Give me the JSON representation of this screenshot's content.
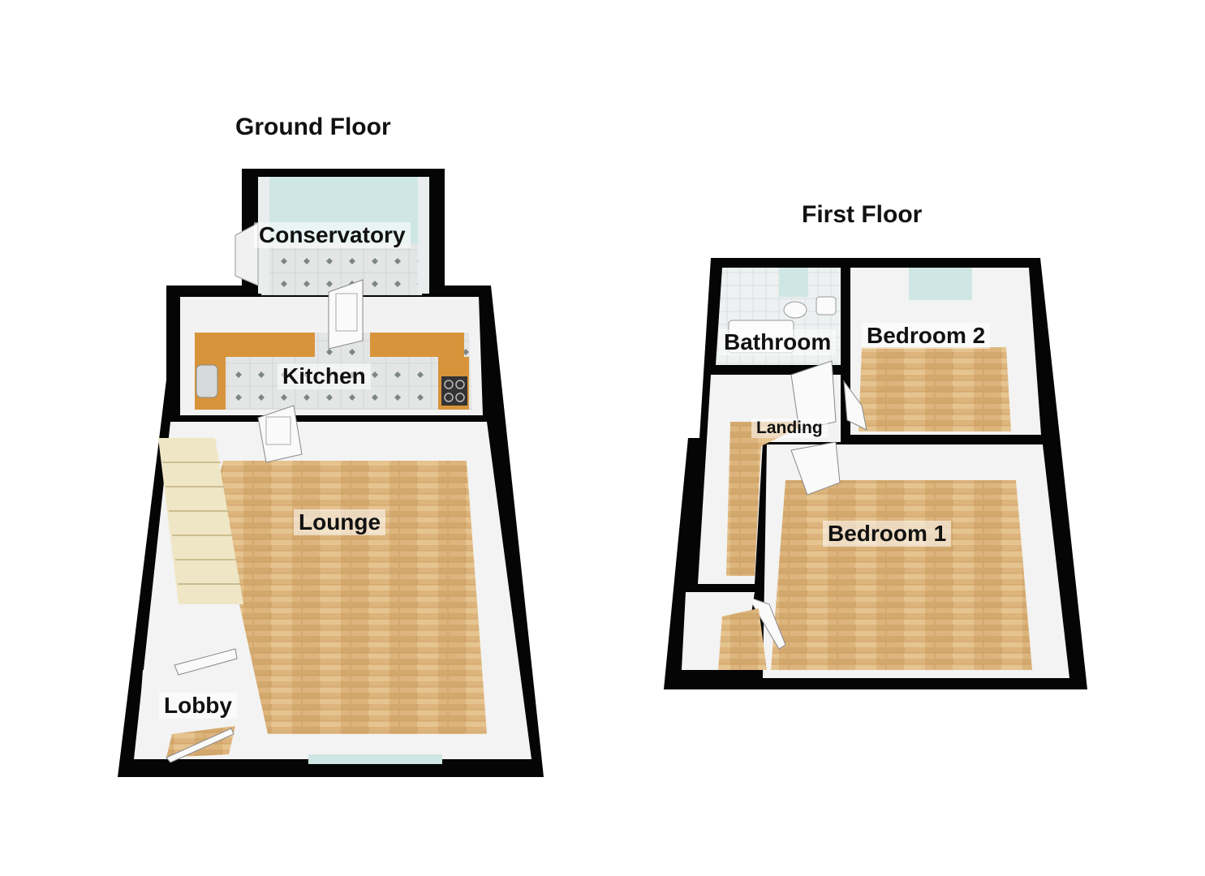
{
  "floors": [
    {
      "title": "Ground Floor",
      "rooms": [
        "Conservatory",
        "Kitchen",
        "Lounge",
        "Lobby"
      ]
    },
    {
      "title": "First Floor",
      "rooms": [
        "Bathroom",
        "Bedroom 2",
        "Landing",
        "Bedroom 1"
      ]
    }
  ],
  "colors": {
    "wall": "#050505",
    "wood_floor": "#d9b27a",
    "tile_floor": "#dfe2e2",
    "worktop": "#d8943a",
    "glass": "#cfe7e4",
    "inner_wall": "#e8e8e8"
  }
}
